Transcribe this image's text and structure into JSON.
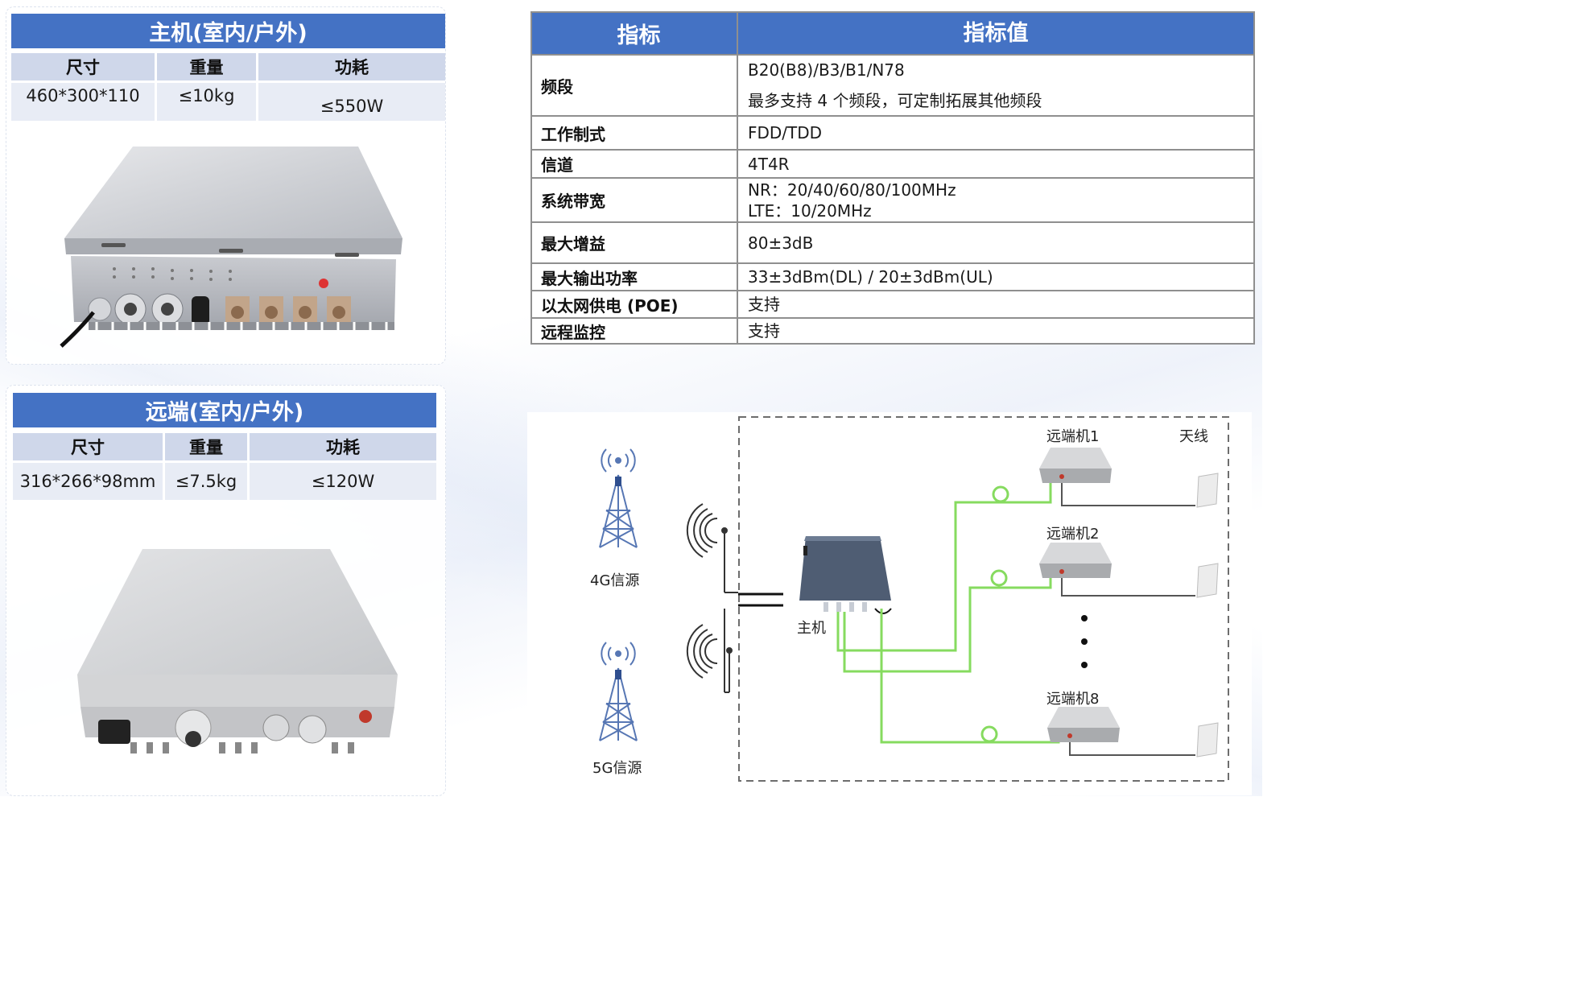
{
  "host_card": {
    "title": "主机(室内/户外)",
    "headers": [
      "尺寸",
      "重量",
      "功耗"
    ],
    "values": [
      "460*300*110",
      "≤10kg",
      "≤550W"
    ]
  },
  "remote_card": {
    "title": "远端(室内/户外)",
    "headers": [
      "尺寸",
      "重量",
      "功耗"
    ],
    "values": [
      "316*266*98mm",
      "≤7.5kg",
      "≤120W"
    ]
  },
  "spec_table": {
    "header": [
      "指标",
      "指标值"
    ],
    "rows": [
      {
        "name": "频段",
        "lines": [
          "B20(B8)/B3/B1/N78",
          "最多支持 4 个频段，可定制拓展其他频段"
        ]
      },
      {
        "name": "工作制式",
        "lines": [
          "FDD/TDD"
        ]
      },
      {
        "name": "信道",
        "lines": [
          "4T4R"
        ]
      },
      {
        "name": "系统带宽",
        "lines": [
          "NR：20/40/60/80/100MHz",
          "LTE：10/20MHz"
        ]
      },
      {
        "name": "最大增益",
        "lines": [
          "80±3dB"
        ]
      },
      {
        "name": "最大输出功率",
        "lines": [
          "33±3dBm(DL) / 20±3dBm(UL)"
        ]
      },
      {
        "name": "以太网供电 (POE)",
        "lines": [
          "支持"
        ]
      },
      {
        "name": "远程监控",
        "lines": [
          "支持"
        ]
      }
    ]
  },
  "diagram": {
    "source_4g": "4G信源",
    "source_5g": "5G信源",
    "host": "主机",
    "remote_1": "远端机1",
    "remote_2": "远端机2",
    "remote_8": "远端机8",
    "antenna": "天线"
  },
  "colors": {
    "banner_blue": "#4472c4",
    "header_light": "#cfd7ea",
    "cell_light": "#e8ecf5",
    "fiber_green": "#7ed957"
  }
}
